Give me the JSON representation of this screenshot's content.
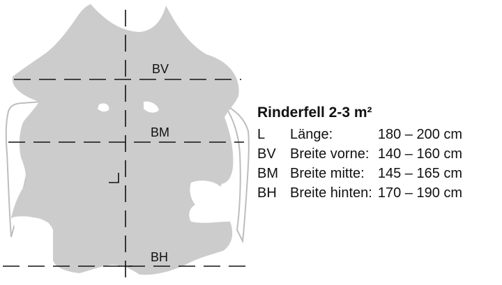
{
  "diagram": {
    "labels": {
      "bv": "BV",
      "bm": "BM",
      "bh": "BH"
    },
    "colors": {
      "hide": "#cccccc",
      "outline": "#bdbdbd",
      "lines": "#111111"
    }
  },
  "specs": {
    "title": "Rinderfell 2-3 m²",
    "rows": [
      {
        "abbr": "L",
        "name": "Länge:",
        "value": "180 – 200 cm"
      },
      {
        "abbr": "BV",
        "name": "Breite vorne:",
        "value": "140 – 160 cm"
      },
      {
        "abbr": "BM",
        "name": "Breite mitte:",
        "value": "145 – 165 cm"
      },
      {
        "abbr": "BH",
        "name": "Breite hinten:",
        "value": "170 – 190 cm"
      }
    ]
  }
}
